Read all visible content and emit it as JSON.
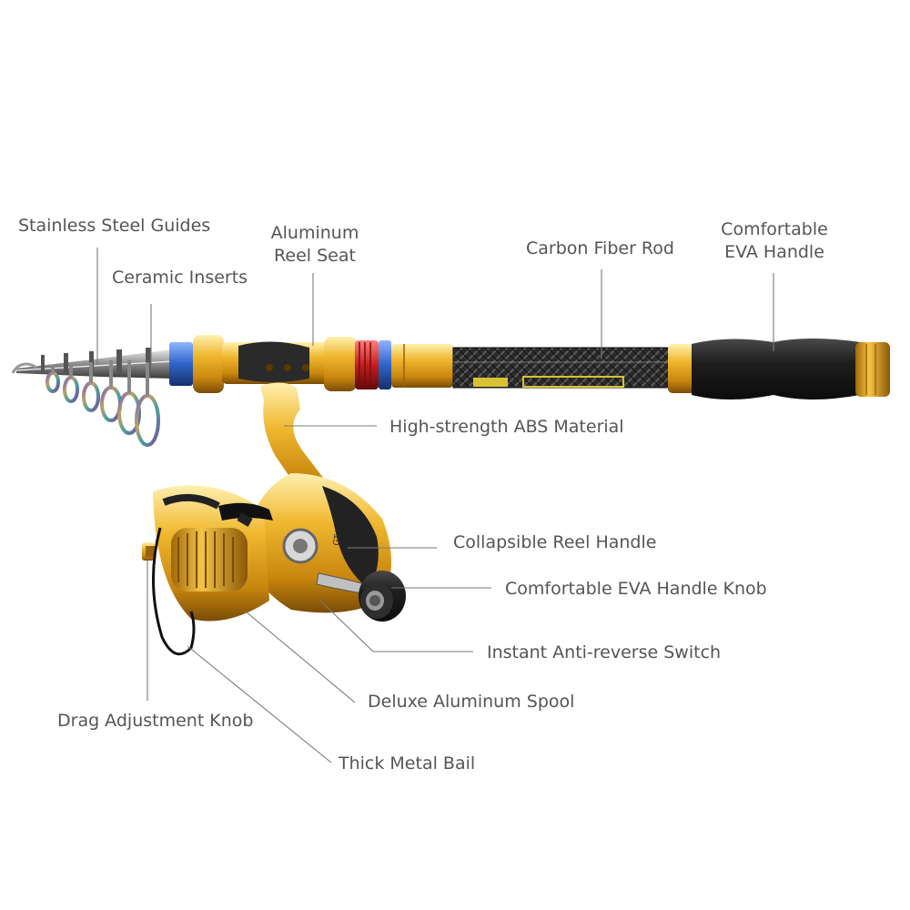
{
  "labels": {
    "stainless_steel_guides": "Stainless Steel Guides",
    "ceramic_inserts": "Ceramic Inserts",
    "aluminum_reel_seat": [
      "Aluminum",
      "Reel Seat"
    ],
    "carbon_fiber_rod": "Carbon Fiber Rod",
    "eva_handle": [
      "Comfortable",
      "EVA Handle"
    ],
    "abs_material": "High-strength ABS Material",
    "collapsible_reel_handle": "Collapsible Reel Handle",
    "eva_handle_knob": "Comfortable EVA Handle Knob",
    "anti_reverse_switch": "Instant Anti-reverse Switch",
    "aluminum_spool": "Deluxe Aluminum Spool",
    "drag_adjustment_knob": "Drag Adjustment Knob",
    "metal_bail": "Thick Metal Bail"
  },
  "colors": {
    "label_text": "#555555",
    "leader_line": "#7a7a7a",
    "gold": "#e0a21a",
    "blue": "#2f64c8",
    "red": "#c41e1e",
    "carbon": "#2b2b2b",
    "foam": "#1e1e1e"
  }
}
